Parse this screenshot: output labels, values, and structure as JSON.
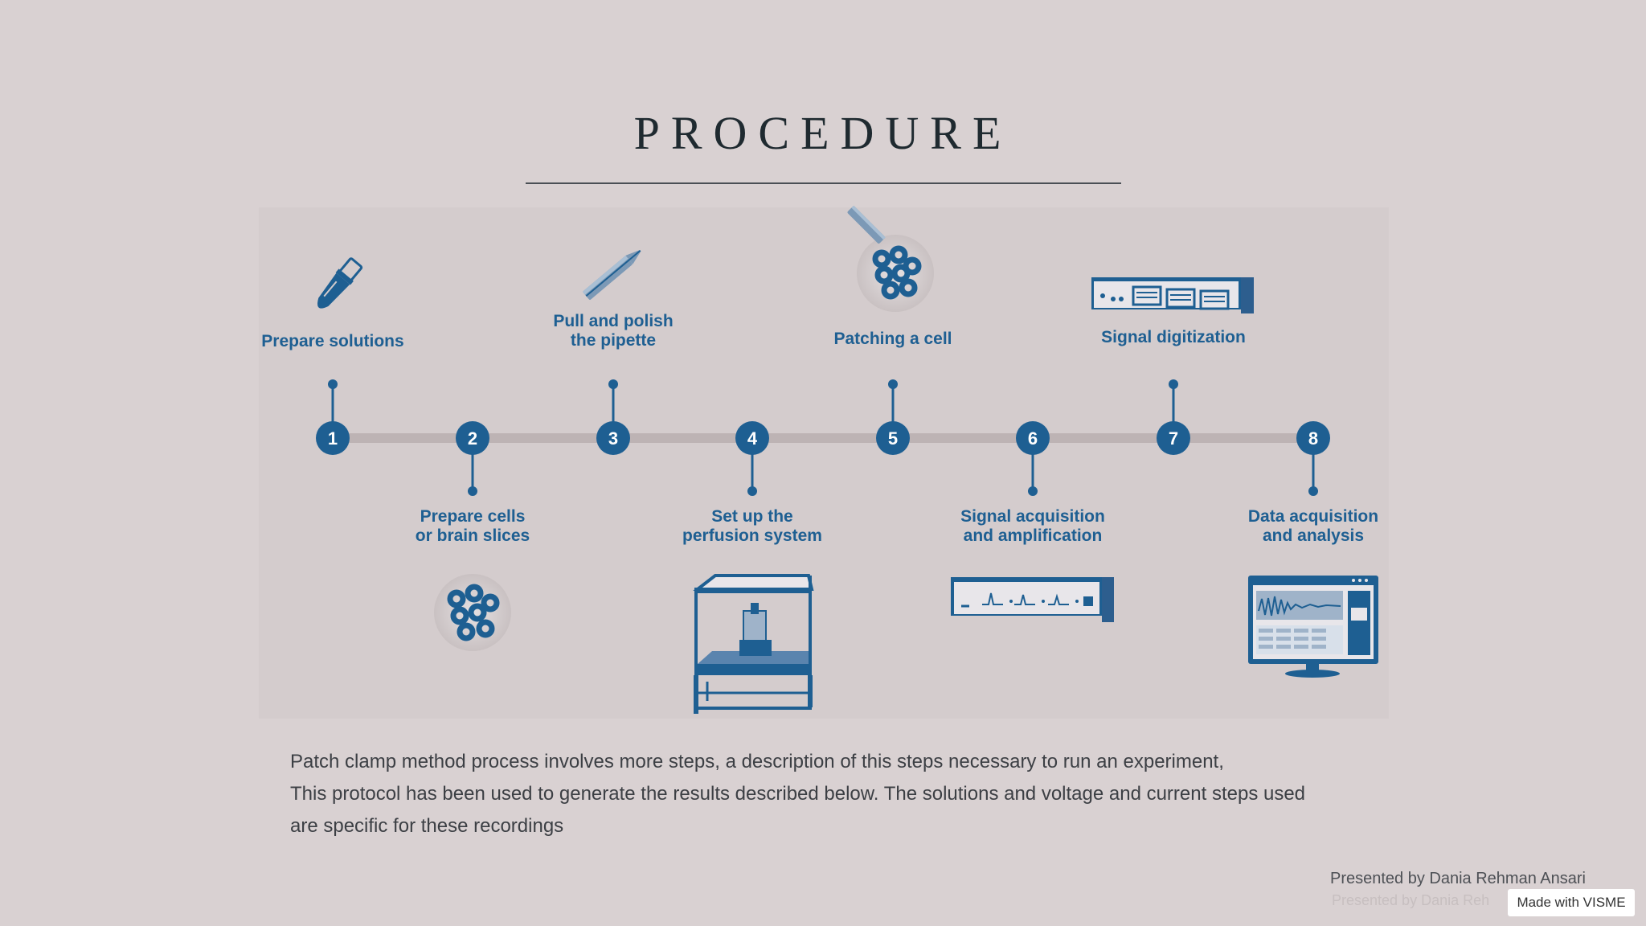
{
  "title": "PROCEDURE",
  "steps": [
    {
      "number": "1",
      "label": "Prepare solutions",
      "icon": "dropper-icon"
    },
    {
      "number": "2",
      "label": "Prepare cells\nor brain slices",
      "icon": "cell-cluster-icon"
    },
    {
      "number": "3",
      "label": "Pull and polish\nthe pipette",
      "icon": "pipette-icon"
    },
    {
      "number": "4",
      "label": "Set up the\nperfusion system",
      "icon": "rig-cage-icon"
    },
    {
      "number": "5",
      "label": "Patching a cell",
      "icon": "patched-cell-icon"
    },
    {
      "number": "6",
      "label": "Signal acquisition\nand amplification",
      "icon": "amplifier-icon"
    },
    {
      "number": "7",
      "label": "Signal digitization",
      "icon": "digitizer-icon"
    },
    {
      "number": "8",
      "label": "Data acquisition\nand analysis",
      "icon": "monitor-icon"
    }
  ],
  "description": {
    "line1": "Patch clamp method process involves more steps, a description of this steps necessary to run an experiment,",
    "line2": "This protocol has been used to generate the results described below. The solutions and voltage and current steps used are specific for these recordings"
  },
  "presenter": "Presented by Dania Rehman Ansari",
  "presenter_ghost": "Presented by Dania Reh",
  "badge": "Made with VISME",
  "colors": {
    "accent": "#1e5f92",
    "background": "#d9d1d2",
    "panel": "#d4cccd",
    "track": "#bdb3b4"
  }
}
